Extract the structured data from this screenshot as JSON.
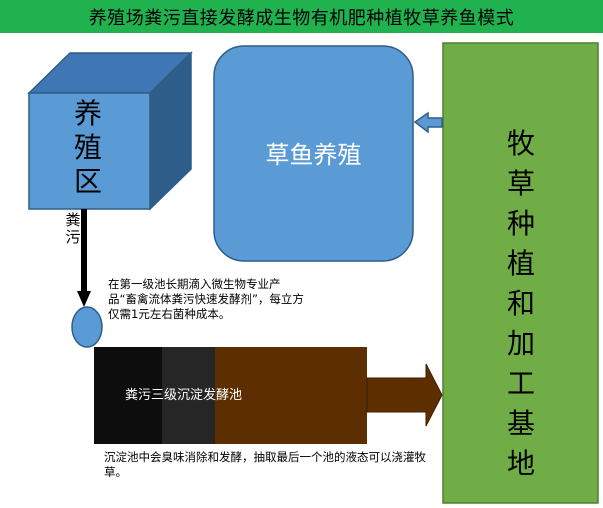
{
  "title": "养殖场粪污直接发酵成生物有机肥种植牧草养鱼模式",
  "breeding_area": {
    "label_chars": [
      "养",
      "殖",
      "区"
    ]
  },
  "manure_arrow_label": [
    "粪",
    "污"
  ],
  "fish_farming": {
    "label": "草鱼养殖"
  },
  "forage_base": {
    "label_chars": [
      "牧",
      "草",
      "种",
      "植",
      "和",
      "加",
      "工",
      "基",
      "地"
    ]
  },
  "tip": {
    "text": "在第一级池长期滴入微生物专业产品“畜禽流体粪污快速发酵剂”，每立方仅需1元左右菌种成本。"
  },
  "tank": {
    "label": "粪污三级沉淀发酵池"
  },
  "bottom_note": {
    "text": "沉淀池中会臭味消除和发酵，抽取最后一个池的液态可以浇灌牧草。"
  },
  "colors": {
    "title_bg": "#1fb24f",
    "cube_front": "#5b9bd5",
    "cube_dark": "#2f5d8a",
    "fish_box": "#5b9bd5",
    "base_box": "#70ad47",
    "tank_stage1": "#0d0d0d",
    "tank_stage2": "#262626",
    "tank_stage3": "#5c2e00",
    "arrow_blue": "#5b9bd5"
  },
  "icons": [
    "down-arrow-icon",
    "circle-drop-icon",
    "right-arrow-icon",
    "left-arrow-icon"
  ]
}
